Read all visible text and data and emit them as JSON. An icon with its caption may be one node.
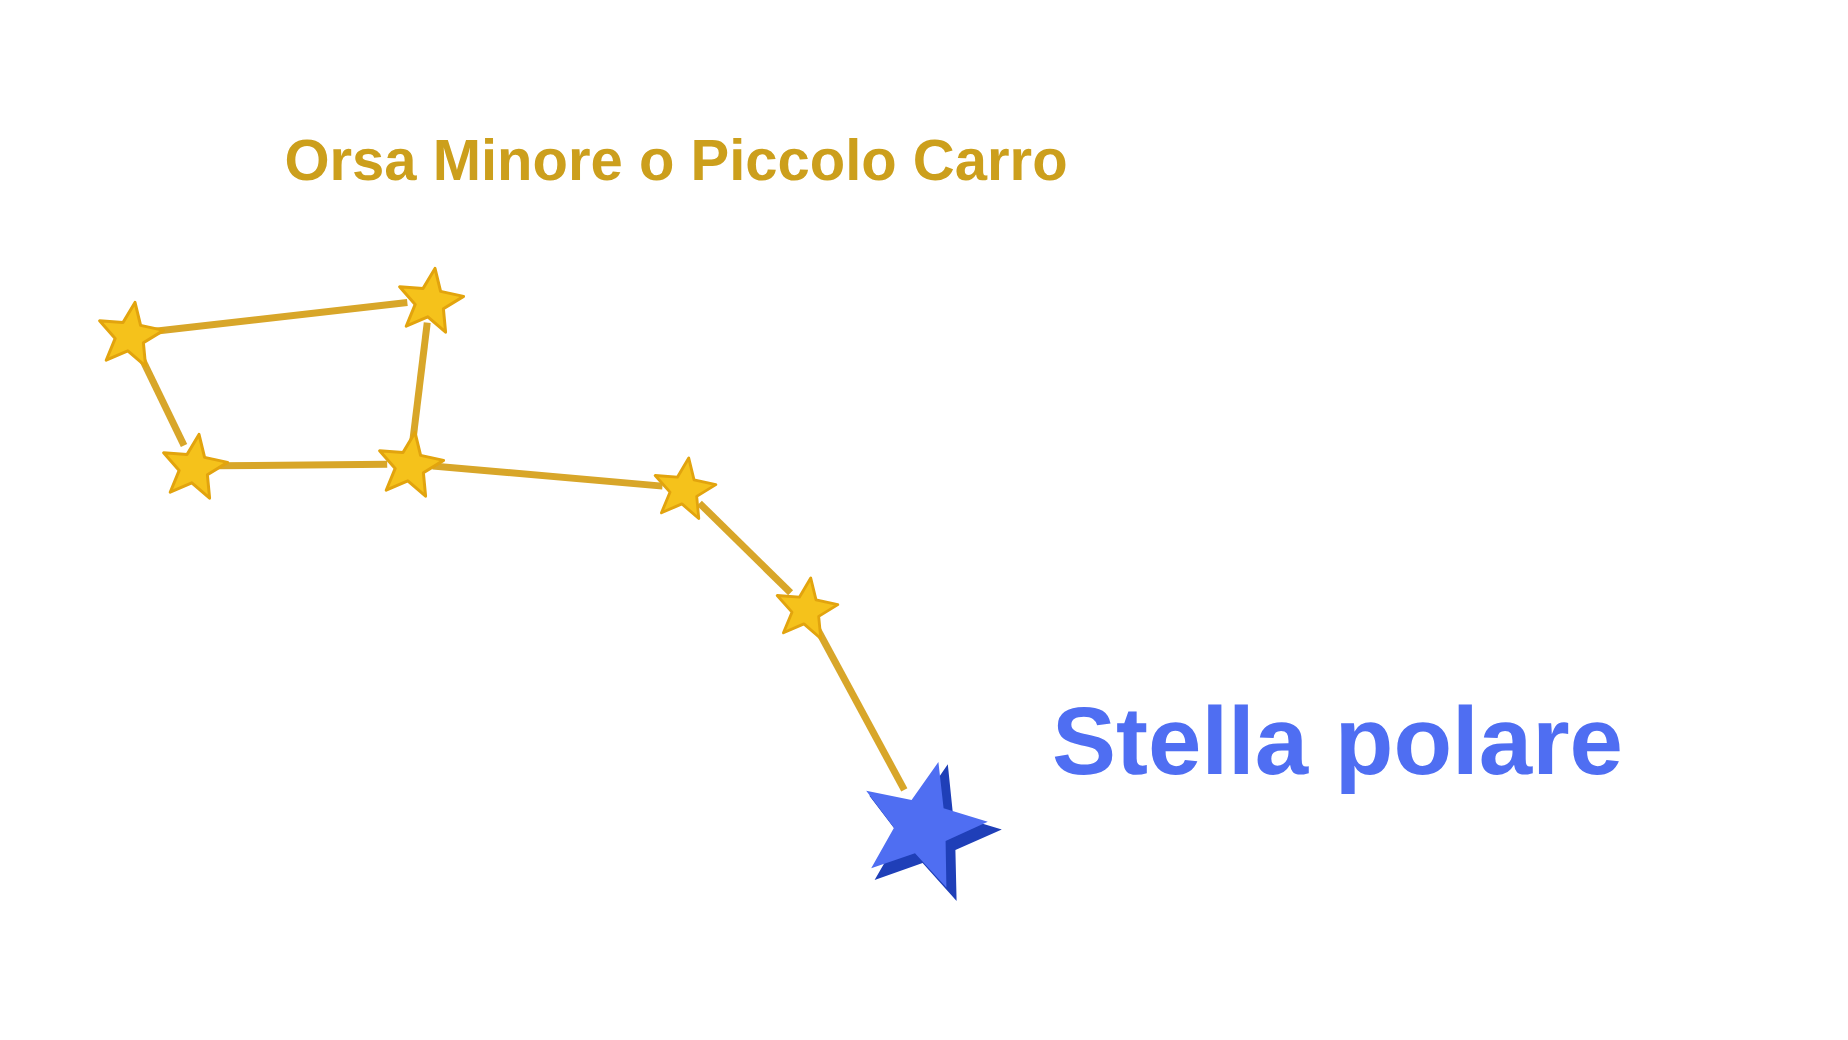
{
  "diagram": {
    "title": "Orsa Minore o Piccolo Carro",
    "nodes": [
      {
        "text": [],
        "shape": "star"
      },
      {
        "text": [],
        "shape": "star"
      },
      {
        "text": [],
        "shape": "star"
      },
      {
        "text": [],
        "shape": "star"
      },
      {
        "text": [],
        "shape": "star"
      },
      {
        "text": [],
        "shape": "star"
      },
      {
        "text": [],
        "shape": "star",
        "beside": [
          "Stella polare"
        ]
      }
    ],
    "edges": [
      {
        "from": 0,
        "to": 3,
        "arrow": "none"
      },
      {
        "from": 0,
        "to": 1,
        "arrow": "none"
      },
      {
        "from": 1,
        "to": 2,
        "arrow": "none"
      },
      {
        "from": 3,
        "to": 2,
        "arrow": "none"
      },
      {
        "from": 2,
        "to": 4,
        "arrow": "none"
      },
      {
        "from": 4,
        "to": 5,
        "arrow": "none"
      },
      {
        "from": 5,
        "to": 6,
        "arrow": "none"
      }
    ]
  }
}
